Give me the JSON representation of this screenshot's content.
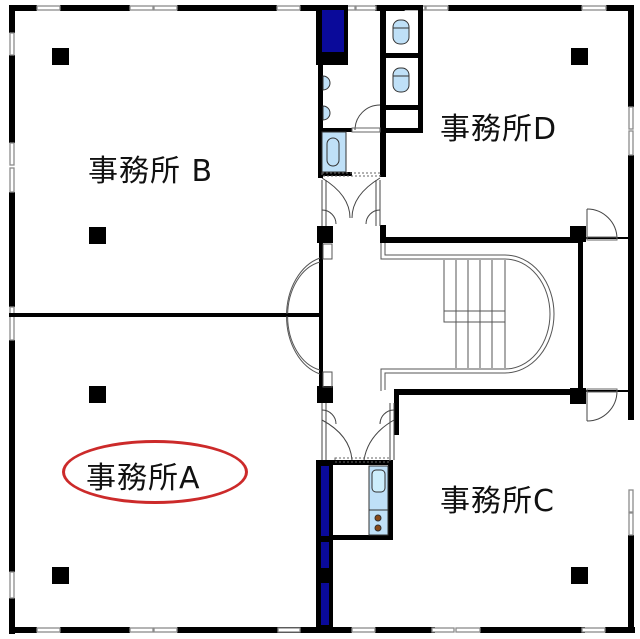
{
  "floor_plan": {
    "title": "",
    "colors": {
      "wall": "#000000",
      "window": "#9a9a9a",
      "fixture_fill": "#bfe0f7",
      "pipe_shaft": "#0a0a9a",
      "highlight": "#cc2a2a",
      "stove_burner": "#8a4a1a"
    },
    "rooms": [
      {
        "id": "A",
        "label": "事務所A",
        "highlighted": true
      },
      {
        "id": "B",
        "label": "事務所 B",
        "highlighted": false
      },
      {
        "id": "C",
        "label": "事務所C",
        "highlighted": false
      },
      {
        "id": "D",
        "label": "事務所D",
        "highlighted": false
      }
    ],
    "core": {
      "items": [
        "toilet-1",
        "toilet-2",
        "urinal-1",
        "urinal-2",
        "wash-basin",
        "kitchenette-sink",
        "kitchenette-stove",
        "staircase",
        "elevator-hall",
        "pipe-shaft"
      ]
    }
  }
}
